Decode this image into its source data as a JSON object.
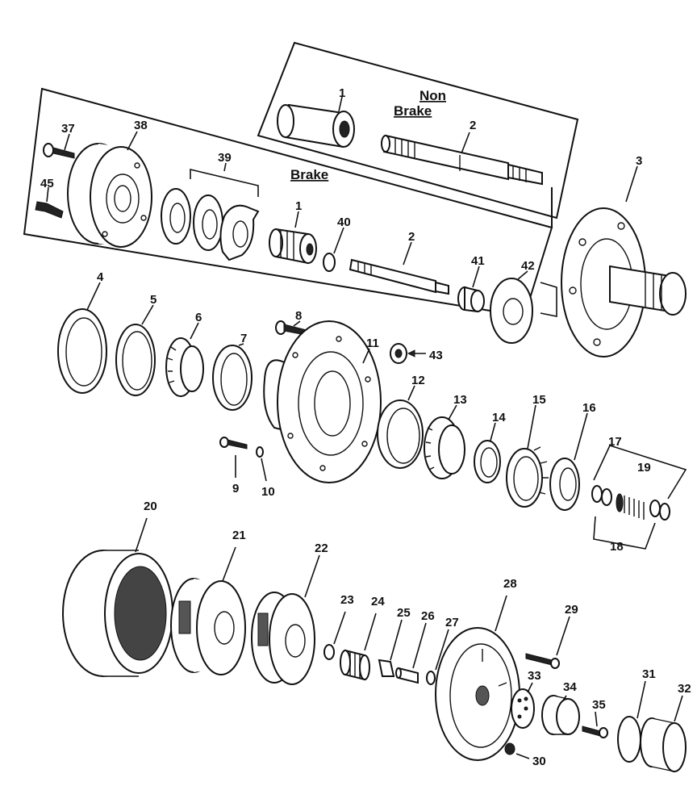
{
  "sections": {
    "non_brake": {
      "line1": "Non",
      "line2": "Brake"
    },
    "brake": {
      "title": "Brake"
    }
  },
  "callouts": {
    "c1a": "1",
    "c2a": "2",
    "c3": "3",
    "c37": "37",
    "c38": "38",
    "c39": "39",
    "c45": "45",
    "c1b": "1",
    "c40": "40",
    "c2b": "2",
    "c41": "41",
    "c42": "42",
    "c4": "4",
    "c5": "5",
    "c6": "6",
    "c7": "7",
    "c8": "8",
    "c11": "11",
    "c43": "43",
    "c12": "12",
    "c13": "13",
    "c14": "14",
    "c15": "15",
    "c16": "16",
    "c17": "17",
    "c19": "19",
    "c18": "18",
    "c9": "9",
    "c10": "10",
    "c20": "20",
    "c21": "21",
    "c22": "22",
    "c23": "23",
    "c24": "24",
    "c25": "25",
    "c26": "26",
    "c27": "27",
    "c28": "28",
    "c29": "29",
    "c33": "33",
    "c34": "34",
    "c35": "35",
    "c31": "31",
    "c32": "32",
    "c30": "30"
  }
}
